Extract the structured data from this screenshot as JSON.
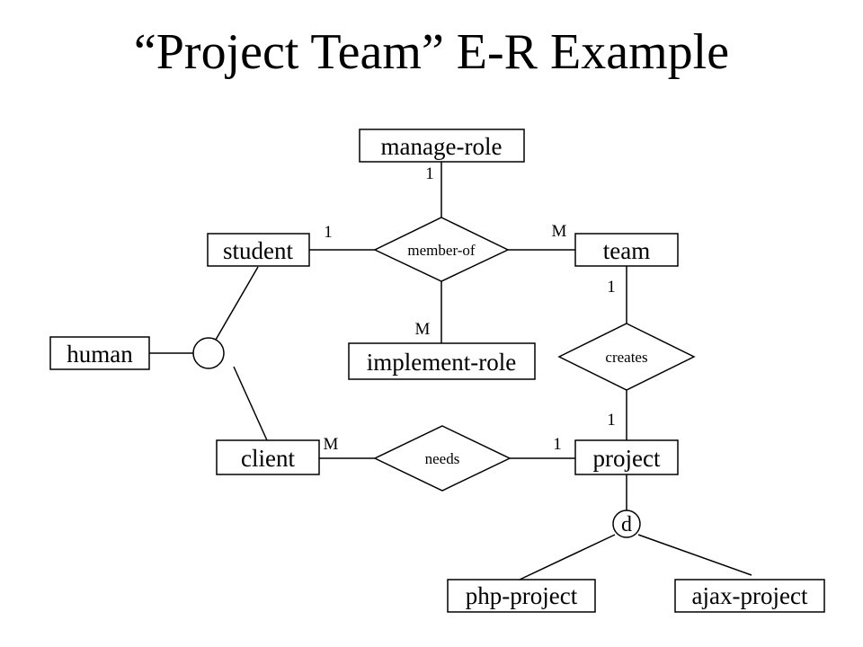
{
  "title": "“Project Team” E-R Example",
  "entities": {
    "manage_role": "manage-role",
    "student": "student",
    "team": "team",
    "human": "human",
    "implement_role": "implement-role",
    "client": "client",
    "project": "project",
    "php_project": "php-project",
    "ajax_project": "ajax-project"
  },
  "relationships": {
    "member_of": "member-of",
    "creates": "creates",
    "needs": "needs"
  },
  "specialization": {
    "disjoint_label": "d"
  },
  "cardinalities": {
    "member_of_manage_role": "1",
    "member_of_student": "1",
    "member_of_team": "M",
    "member_of_implement_role": "M",
    "creates_team": "1",
    "creates_project": "1",
    "needs_client": "M",
    "needs_project": "1"
  }
}
